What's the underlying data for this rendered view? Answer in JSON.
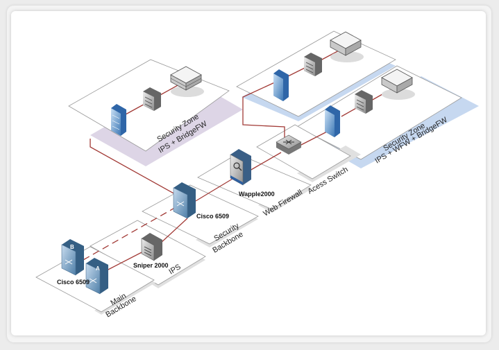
{
  "zones": {
    "left_security_zone": {
      "line1": "Security Zone",
      "line2": "IPS + BridgeFW"
    },
    "right_security_zone": {
      "line1": "Security Zone",
      "line2": "IPS + WFW + BridgeFW"
    }
  },
  "segments": {
    "main_backbone": {
      "line1": "Main",
      "line2": "Backbone"
    },
    "ips": "IPS",
    "security_backbone": {
      "line1": "Security",
      "line2": "Backbone"
    },
    "web_firewall": "Web Firewall",
    "access_switch": "Acess Switch"
  },
  "devices": {
    "cisco_main": "Cisco 6509",
    "cisco_security": "Cisco 6509",
    "sniper": "Sniper 2000",
    "wapple": "Wapple2000",
    "switch_b": "B",
    "switch_a": "A"
  },
  "colors": {
    "left_zone_band": "#ddd5e6",
    "right_zone_band": "#c6d8f0",
    "link_red": "#a23a36",
    "device_blue": "#5b8db8"
  }
}
